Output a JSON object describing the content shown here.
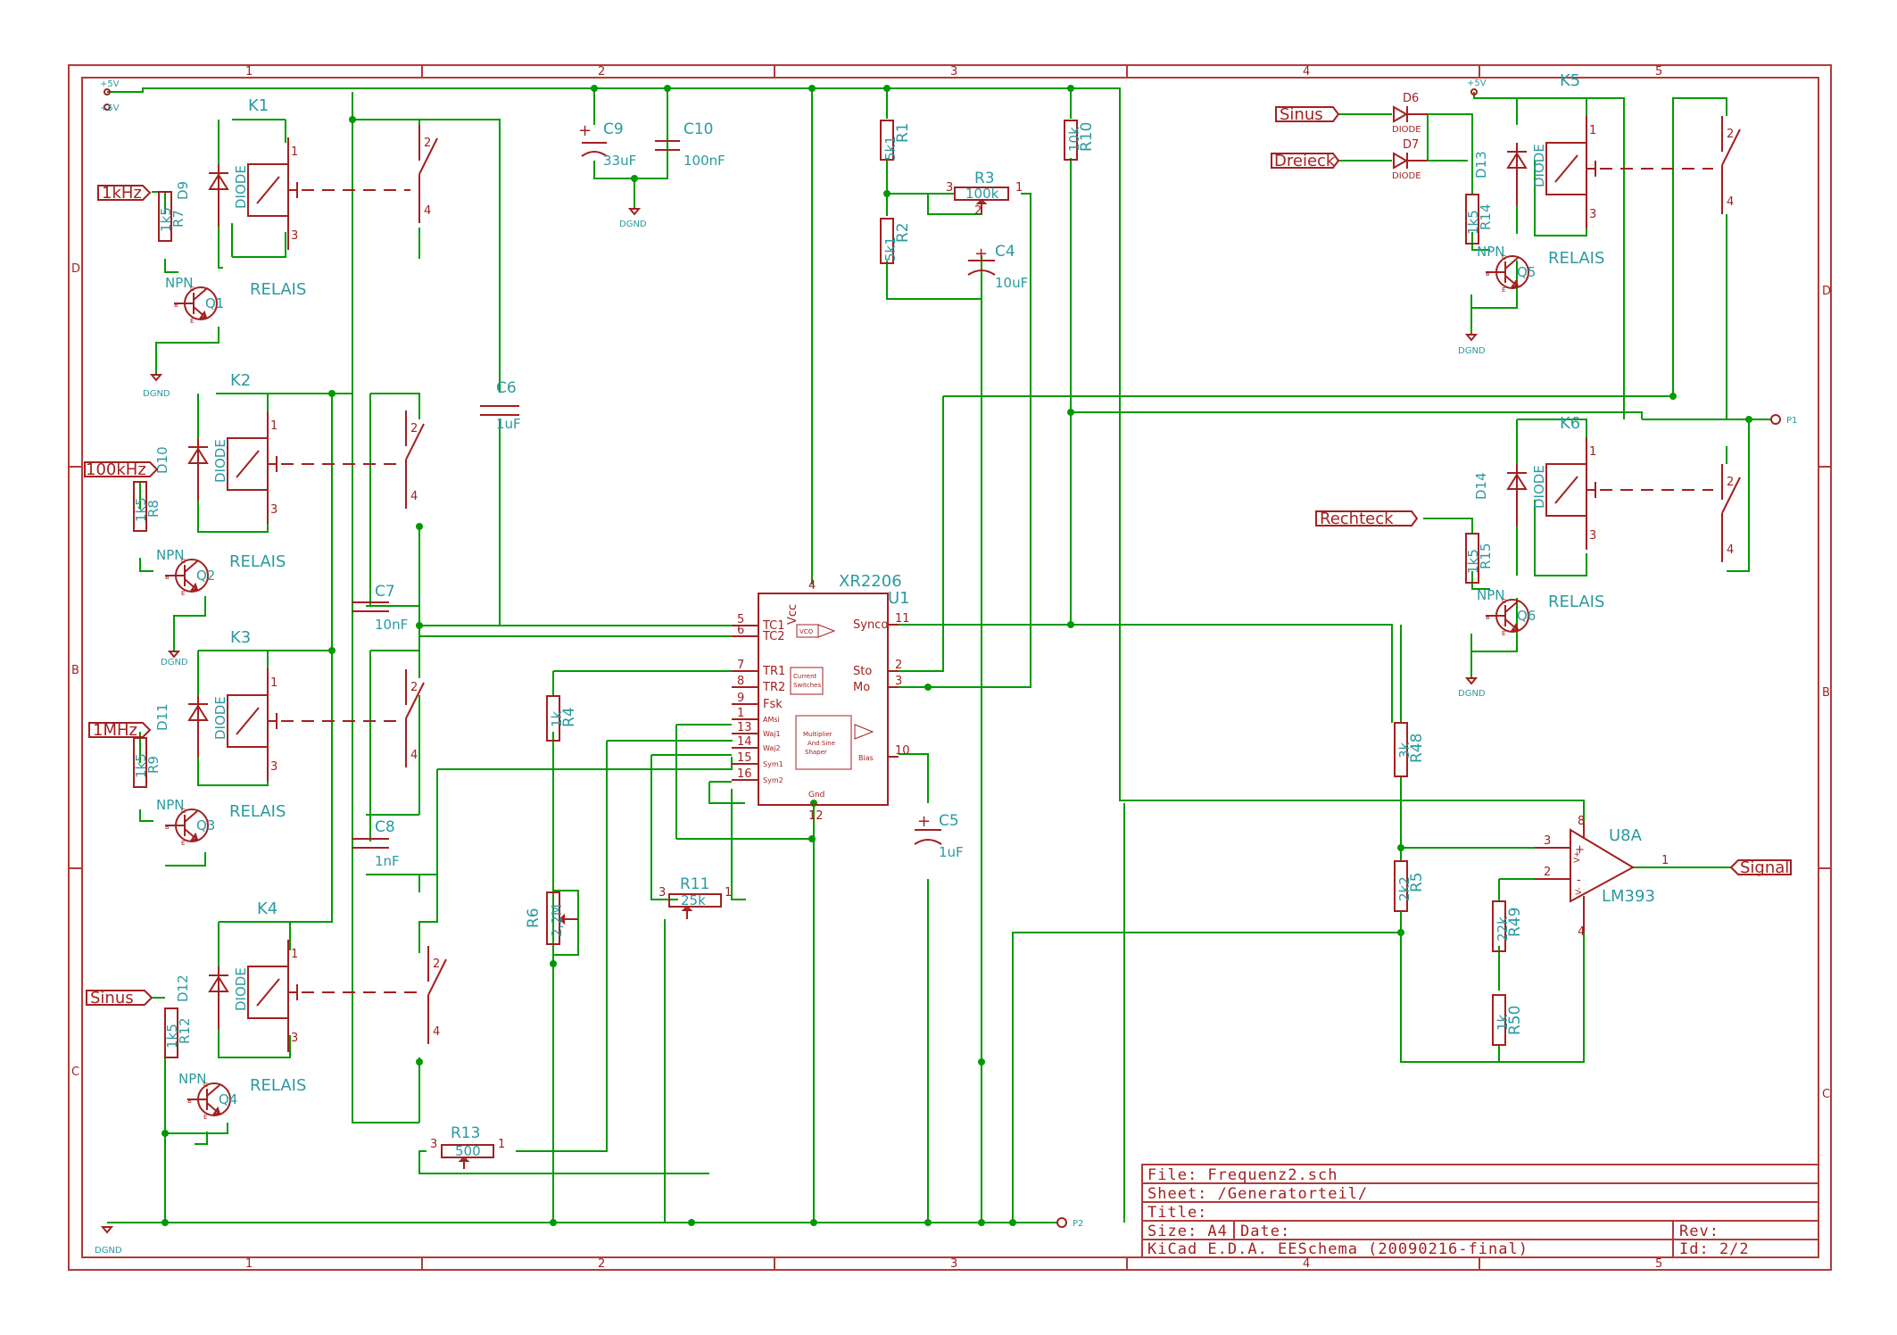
{
  "sheet": {
    "zones_top": [
      "1",
      "2",
      "3",
      "4",
      "5"
    ],
    "zones_side": [
      "D",
      "B",
      "C"
    ],
    "title_block": {
      "file": "File: Frequenz2.sch",
      "sheet": "Sheet: /Generatorteil/",
      "title": "Title:",
      "size": "Size: A4",
      "date": "Date:",
      "rev": "Rev:",
      "kicad": "KiCad E.D.A.  EESchema (20090216-final)",
      "id": "Id: 2/2"
    }
  },
  "labels": {
    "l1khz": "1kHz",
    "l100khz": "100kHz",
    "l1mhz": "1MHz",
    "lsinus_left": "Sinus",
    "lsinus_right": "Sinus",
    "ldreieck": "Dreieck",
    "lrechteck": "Rechteck",
    "lsignal": "Signal",
    "p1": "P1",
    "p2": "P2"
  },
  "power": {
    "v5_left": "+5V",
    "v5_right": "+5V",
    "dgnd": "DGND"
  },
  "relays": [
    {
      "ref": "K1",
      "type": "RELAIS",
      "diode": "D9",
      "diode_val": "DIODE",
      "res": "R7",
      "res_val": "1k5",
      "tr": "Q1",
      "tr_type": "NPN"
    },
    {
      "ref": "K2",
      "type": "RELAIS",
      "diode": "D10",
      "diode_val": "DIODE",
      "res": "R8",
      "res_val": "1k5",
      "tr": "Q2",
      "tr_type": "NPN"
    },
    {
      "ref": "K3",
      "type": "RELAIS",
      "diode": "D11",
      "diode_val": "DIODE",
      "res": "R9",
      "res_val": "1k5",
      "tr": "Q3",
      "tr_type": "NPN"
    },
    {
      "ref": "K4",
      "type": "RELAIS",
      "diode": "D12",
      "diode_val": "DIODE",
      "res": "R12",
      "res_val": "1k5",
      "tr": "Q4",
      "tr_type": "NPN"
    },
    {
      "ref": "K5",
      "type": "RELAIS",
      "diode": "D13",
      "diode_val": "DIODE",
      "res": "R14",
      "res_val": "1k5",
      "tr": "Q5",
      "tr_type": "NPN"
    },
    {
      "ref": "K6",
      "type": "RELAIS",
      "diode": "D14",
      "diode_val": "DIODE",
      "res": "R15",
      "res_val": "1k5",
      "tr": "Q6",
      "tr_type": "NPN"
    }
  ],
  "parts": {
    "c9": {
      "ref": "C9",
      "val": "33uF"
    },
    "c10": {
      "ref": "C10",
      "val": "100nF"
    },
    "c6": {
      "ref": "C6",
      "val": "1uF"
    },
    "c7": {
      "ref": "C7",
      "val": "10nF"
    },
    "c8": {
      "ref": "C8",
      "val": "1nF"
    },
    "c4": {
      "ref": "C4",
      "val": "10uF"
    },
    "c5": {
      "ref": "C5",
      "val": "1uF"
    },
    "r1": {
      "ref": "R1",
      "val": "5k1"
    },
    "r2": {
      "ref": "R2",
      "val": "5k1"
    },
    "r3": {
      "ref": "R3",
      "val": "100k"
    },
    "r10": {
      "ref": "R10",
      "val": "10k"
    },
    "r4": {
      "ref": "R4",
      "val": "1k"
    },
    "r6": {
      "ref": "R6",
      "val": "2,2M"
    },
    "r11": {
      "ref": "R11",
      "val": "25k"
    },
    "r13": {
      "ref": "R13",
      "val": "500"
    },
    "r48": {
      "ref": "R48",
      "val": "3k"
    },
    "r5": {
      "ref": "R5",
      "val": "2k2"
    },
    "r49": {
      "ref": "R49",
      "val": "22k"
    },
    "r50": {
      "ref": "R50",
      "val": "1k"
    },
    "d6": {
      "ref": "D6",
      "val": "DIODE"
    },
    "d7": {
      "ref": "D7",
      "val": "DIODE"
    }
  },
  "u1": {
    "ref": "U1",
    "val": "XR2206",
    "pins_left": [
      {
        "num": "5",
        "name": "TC1"
      },
      {
        "num": "6",
        "name": "TC2"
      },
      {
        "num": "7",
        "name": "TR1"
      },
      {
        "num": "8",
        "name": "TR2"
      },
      {
        "num": "9",
        "name": "Fsk"
      },
      {
        "num": "1",
        "name": "AMsi"
      },
      {
        "num": "13",
        "name": "Waj1"
      },
      {
        "num": "14",
        "name": "Waj2"
      },
      {
        "num": "15",
        "name": "Sym1"
      },
      {
        "num": "16",
        "name": "Sym2"
      }
    ],
    "pins_right": [
      {
        "num": "11",
        "name": "Synco"
      },
      {
        "num": "2",
        "name": "Sto"
      },
      {
        "num": "3",
        "name": "Mo"
      },
      {
        "num": "10",
        "name": "Bias"
      }
    ],
    "pin_top": {
      "num": "4",
      "name": "Vcc"
    },
    "pin_bottom": {
      "num": "12",
      "name": "Gnd"
    },
    "inner": {
      "vco": "VCO",
      "cs1": "Current",
      "cs2": "Switches",
      "ms1": "Multiplier",
      "ms2": "And Sine",
      "ms3": "Shaper"
    }
  },
  "u8": {
    "ref": "U8A",
    "val": "LM393",
    "pin_in_p": "3",
    "pin_in_m": "2",
    "pin_out": "1",
    "pin_vp": "8",
    "pin_vm": "4"
  }
}
